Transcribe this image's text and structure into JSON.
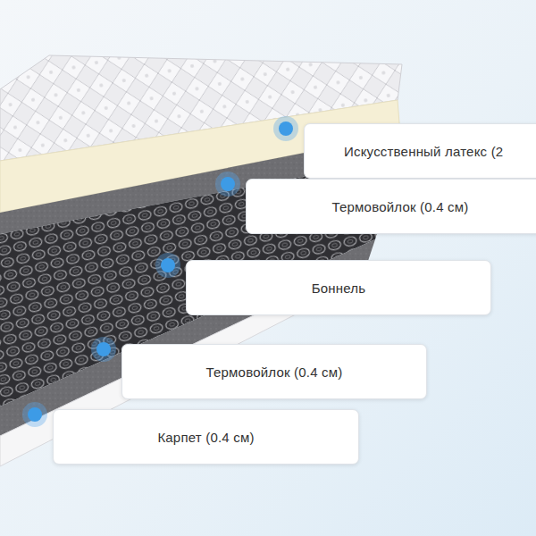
{
  "diagram": {
    "nodes": [
      {
        "text": [
          "Искусственный латекс (2"
        ]
      },
      {
        "text": [
          "Термовойлок (0.4 см)"
        ]
      },
      {
        "text": [
          "Боннель"
        ]
      },
      {
        "text": [
          "Термовойлок (0.4 см)"
        ]
      },
      {
        "text": [
          "Карпет (0.4 см)"
        ]
      }
    ]
  }
}
